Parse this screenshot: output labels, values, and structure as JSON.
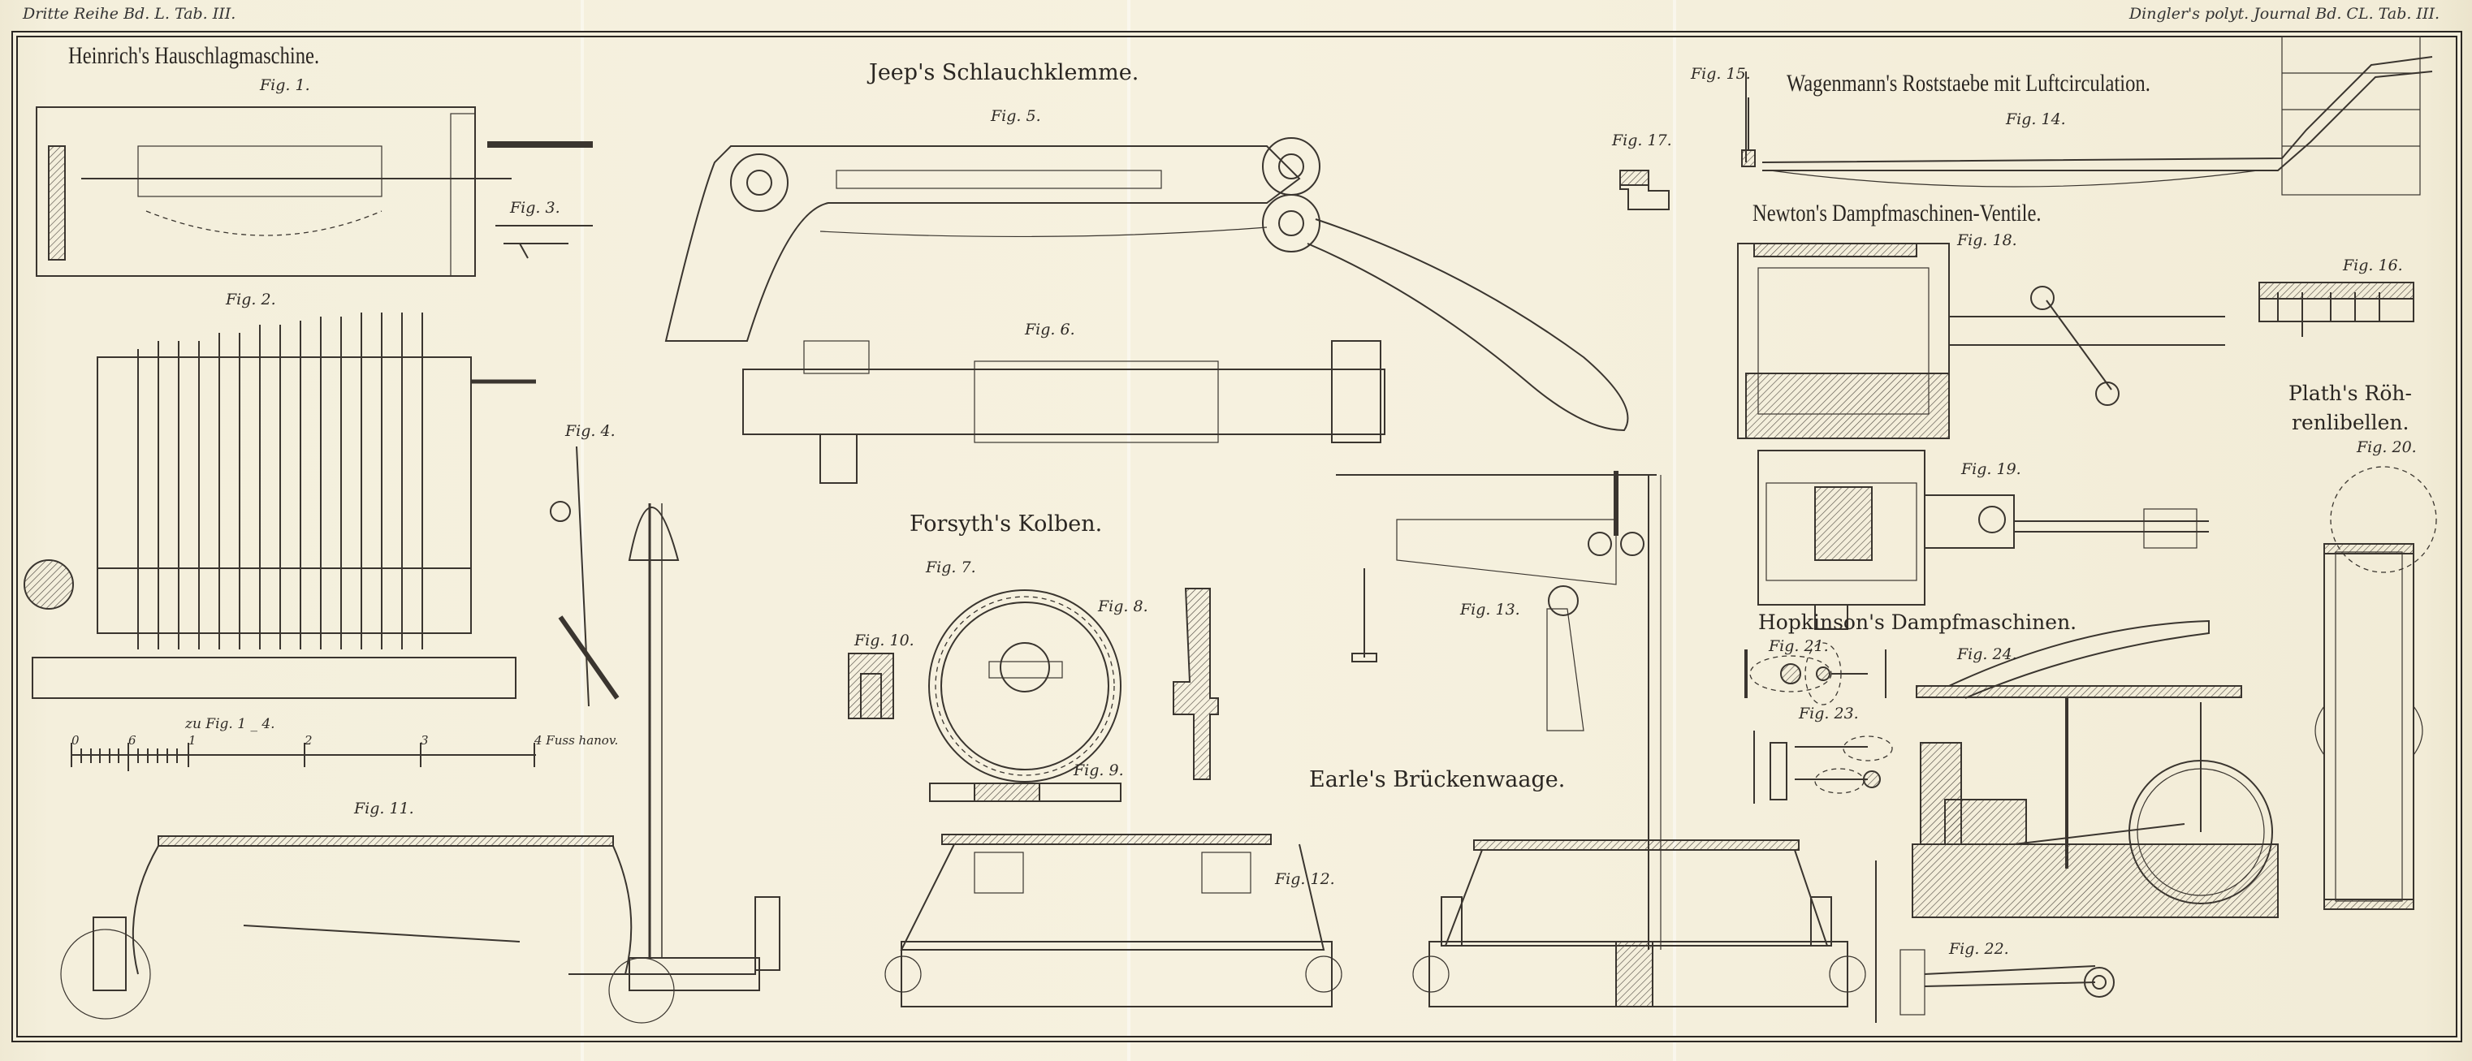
{
  "header": {
    "left": "Dritte Reihe Bd. L. Tab. III.",
    "right": "Dingler's polyt. Journal Bd. CL. Tab. III."
  },
  "titles": {
    "heinrich": "Heinrich's Hauschlagmaschine.",
    "jeep": "Jeep's Schlauchklemme.",
    "wagenmann": "Wagenmann's Roststaebe mit Luftcirculation.",
    "newton": "Newton's Dampfmaschinen-Ventile.",
    "forsyth": "Forsyth's Kolben.",
    "earle": "Earle's Brückenwaage.",
    "hopkinson": "Hopkinson's Dampfmaschinen.",
    "plath_1": "Plath's Röh-",
    "plath_2": "renlibellen."
  },
  "figures": {
    "fig1": "Fig. 1.",
    "fig2": "Fig. 2.",
    "fig3": "Fig. 3.",
    "fig4": "Fig. 4.",
    "fig5": "Fig. 5.",
    "fig6": "Fig. 6.",
    "fig7": "Fig. 7.",
    "fig8": "Fig. 8.",
    "fig9": "Fig. 9.",
    "fig10": "Fig. 10.",
    "fig11": "Fig. 11.",
    "fig12": "Fig. 12.",
    "fig13": "Fig. 13.",
    "fig14": "Fig. 14.",
    "fig15": "Fig. 15.",
    "fig16": "Fig. 16.",
    "fig17": "Fig. 17.",
    "fig18": "Fig. 18.",
    "fig19": "Fig. 19.",
    "fig20": "Fig. 20.",
    "fig21": "Fig. 21.",
    "fig22": "Fig. 22.",
    "fig23": "Fig. 23.",
    "fig24": "Fig. 24."
  },
  "scale_bar": {
    "caption": "zu Fig. 1 _ 4.",
    "ticks": [
      "0",
      "6",
      "1",
      "2",
      "3"
    ],
    "end_label": "4 Fuss hanov."
  },
  "colors": {
    "paper": "#f3eedb",
    "ink": "#2a2622"
  }
}
